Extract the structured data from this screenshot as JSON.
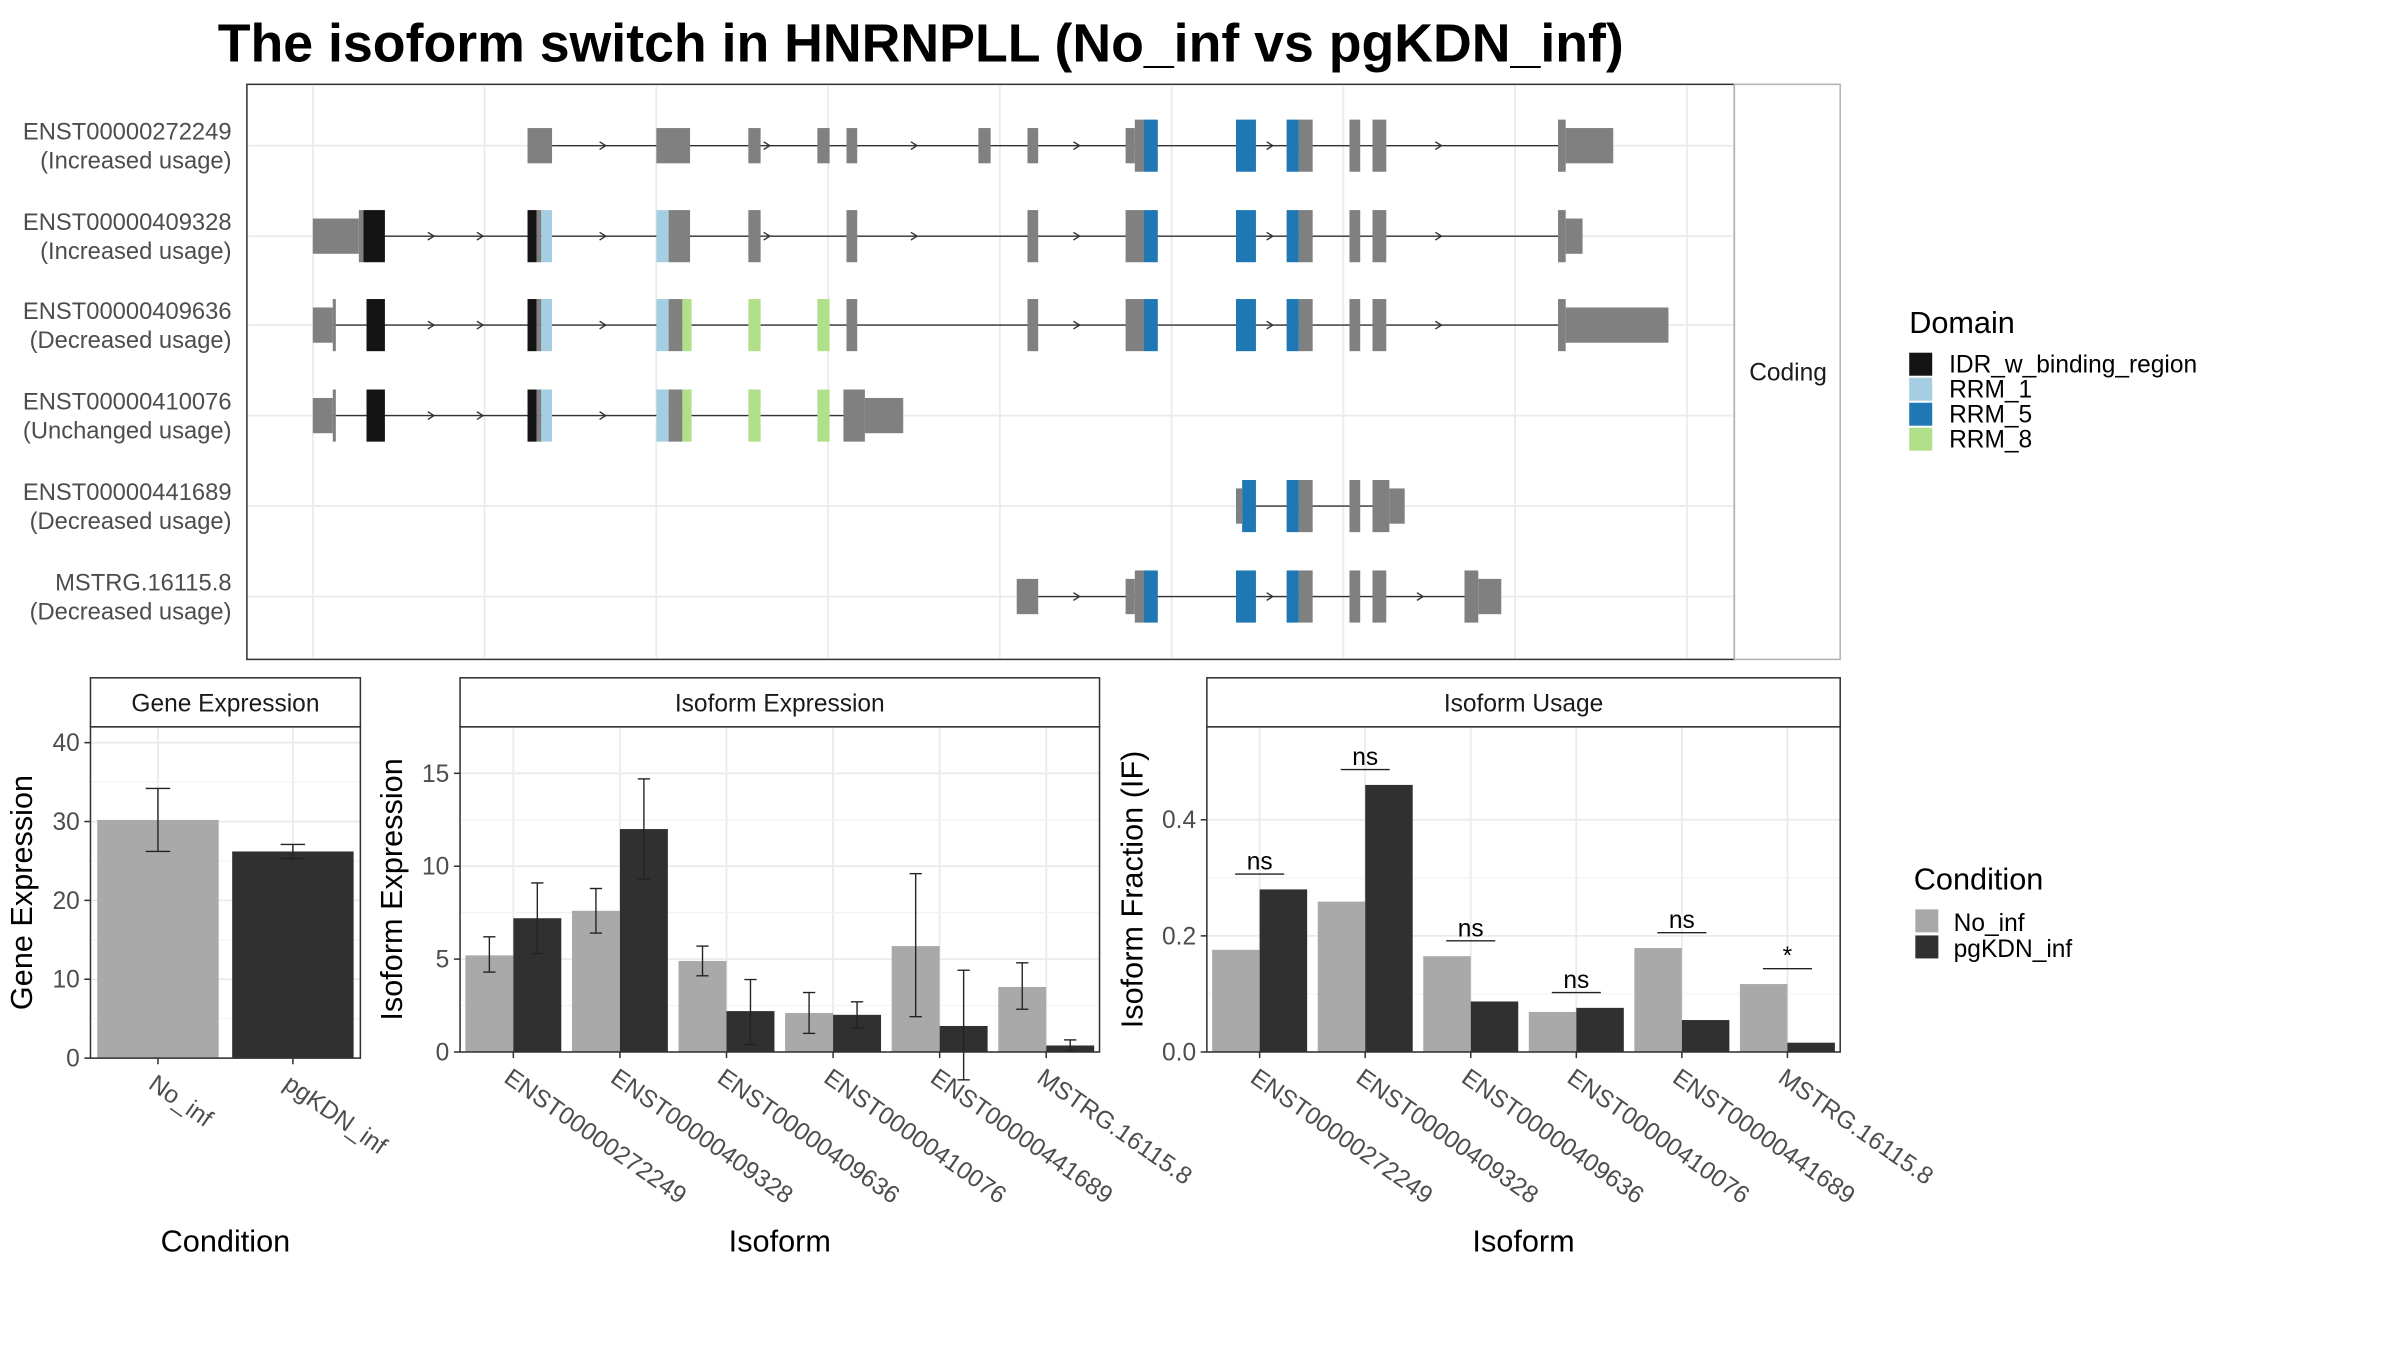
{
  "title": "The isoform switch in HNRNPLL (No_inf vs pgKDN_inf)",
  "colors": {
    "no_inf": "#a9a9a9",
    "pgkdn_inf": "#303030",
    "exon": "#808080",
    "IDR_w_binding_region": "#141414",
    "RRM_1": "#a6cee3",
    "RRM_5": "#1f78b4",
    "RRM_8": "#b2df8a",
    "strip_fill": "#ffffff",
    "grid": "#ebebeb"
  },
  "strip_coding": "Coding",
  "domain_legend": {
    "title": "Domain",
    "items": [
      {
        "label": "IDR_w_binding_region",
        "color_key": "IDR_w_binding_region"
      },
      {
        "label": "RRM_1",
        "color_key": "RRM_1"
      },
      {
        "label": "RRM_5",
        "color_key": "RRM_5"
      },
      {
        "label": "RRM_8",
        "color_key": "RRM_8"
      }
    ]
  },
  "condition_legend": {
    "title": "Condition",
    "items": [
      {
        "label": "No_inf",
        "color_key": "no_inf"
      },
      {
        "label": "pgKDN_inf",
        "color_key": "pgkdn_inf"
      }
    ]
  },
  "chart_data": [
    {
      "type": "gene_structure",
      "strip": "Coding",
      "transcripts": [
        {
          "id": "ENST00000272249",
          "usage": "(Increased usage)"
        },
        {
          "id": "ENST00000409328",
          "usage": "(Increased usage)"
        },
        {
          "id": "ENST00000409636",
          "usage": "(Decreased usage)"
        },
        {
          "id": "ENST00000410076",
          "usage": "(Unchanged usage)"
        },
        {
          "id": "ENST00000441689",
          "usage": "(Decreased usage)"
        },
        {
          "id": "MSTRG.16115.8",
          "usage": "(Decreased usage)"
        }
      ],
      "domains": [
        "IDR_w_binding_region",
        "RRM_1",
        "RRM_5",
        "RRM_8"
      ]
    },
    {
      "type": "bar",
      "title": "Gene Expression",
      "xlabel": "Condition",
      "ylabel": "Gene Expression",
      "ylim": [
        0,
        42
      ],
      "yticks": [
        0,
        10,
        20,
        30,
        40
      ],
      "categories": [
        "No_inf",
        "pgKDN_inf"
      ],
      "values": [
        30.2,
        26.2
      ],
      "errors": [
        [
          26.2,
          34.2
        ],
        [
          25.3,
          27.1
        ]
      ]
    },
    {
      "type": "bar",
      "title": "Isoform Expression",
      "xlabel": "Isoform",
      "ylabel": "Isoform Expression",
      "ylim": [
        0,
        17.5
      ],
      "yticks": [
        0,
        5,
        10,
        15
      ],
      "categories": [
        "ENST00000272249",
        "ENST00000409328",
        "ENST00000409636",
        "ENST00000410076",
        "ENST00000441689",
        "MSTRG.16115.8"
      ],
      "series": [
        {
          "name": "No_inf",
          "values": [
            5.2,
            7.6,
            4.9,
            2.1,
            5.7,
            3.5
          ],
          "errors": [
            [
              4.3,
              6.2
            ],
            [
              6.4,
              8.8
            ],
            [
              4.1,
              5.7
            ],
            [
              1.0,
              3.2
            ],
            [
              1.9,
              9.6
            ],
            [
              2.3,
              4.8
            ]
          ]
        },
        {
          "name": "pgKDN_inf",
          "values": [
            7.2,
            12.0,
            2.2,
            2.0,
            1.4,
            0.35
          ],
          "errors": [
            [
              5.3,
              9.1
            ],
            [
              9.3,
              14.7
            ],
            [
              0.4,
              3.9
            ],
            [
              1.3,
              2.7
            ],
            [
              -1.5,
              4.4
            ],
            [
              0.05,
              0.65
            ]
          ]
        }
      ]
    },
    {
      "type": "bar",
      "title": "Isoform Usage",
      "xlabel": "Isoform",
      "ylabel": "Isoform Fraction (IF)",
      "ylim": [
        0,
        0.56
      ],
      "yticks": [
        0.0,
        0.2,
        0.4
      ],
      "ytick_labels": [
        "0.0",
        "0.2",
        "0.4"
      ],
      "categories": [
        "ENST00000272249",
        "ENST00000409328",
        "ENST00000409636",
        "ENST00000410076",
        "ENST00000441689",
        "MSTRG.16115.8"
      ],
      "series": [
        {
          "name": "No_inf",
          "values": [
            0.176,
            0.259,
            0.165,
            0.069,
            0.179,
            0.117
          ]
        },
        {
          "name": "pgKDN_inf",
          "values": [
            0.28,
            0.46,
            0.087,
            0.076,
            0.055,
            0.016
          ]
        }
      ],
      "significance": [
        "ns",
        "ns",
        "ns",
        "ns",
        "ns",
        "*"
      ]
    }
  ]
}
